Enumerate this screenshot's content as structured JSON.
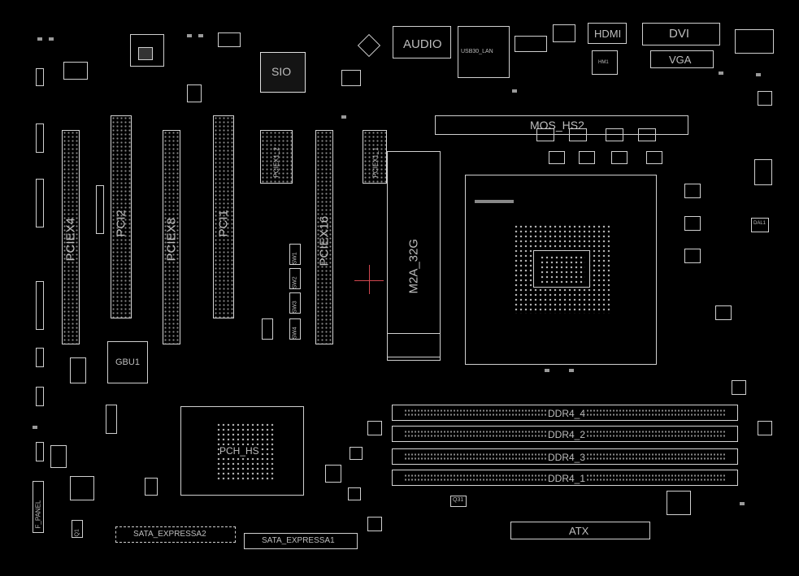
{
  "title": "",
  "chart_data": [],
  "labels": {
    "audio": "AUDIO",
    "sio": "SIO",
    "hdmi": "HDMI",
    "dvi": "DVI",
    "vga": "VGA",
    "mos_hs2": "MOS_HS2",
    "pciex4": "PCIEX4",
    "pci2": "PCI2",
    "pciex8": "PCIEX8",
    "pci1": "PCI1",
    "pciex16": "PCIEX16",
    "pciex1_2": "PCIEX1_2",
    "pciex1_1": "PCIEX1_1",
    "m2a": "M2A_32G",
    "gbu1": "GBU1",
    "pch": "PCH_HS",
    "ddr4_4": "DDR4_4",
    "ddr4_2": "DDR4_2",
    "ddr4_3": "DDR4_3",
    "ddr4_1": "DDR4_1",
    "atx": "ATX",
    "sata_expressa2": "SATA_EXPRESSA2",
    "sata_expressa1": "SATA_EXPRESSA1",
    "sw1": "SW1",
    "sw2": "SW2",
    "sw3": "SW3",
    "sw4": "SW4",
    "hdmi1": "HM1",
    "usb_lan": "USB30_LAN",
    "q31": "Q31",
    "q1": "Q1",
    "f_panel": "F_PANEL",
    "dal1": "DAL1"
  }
}
